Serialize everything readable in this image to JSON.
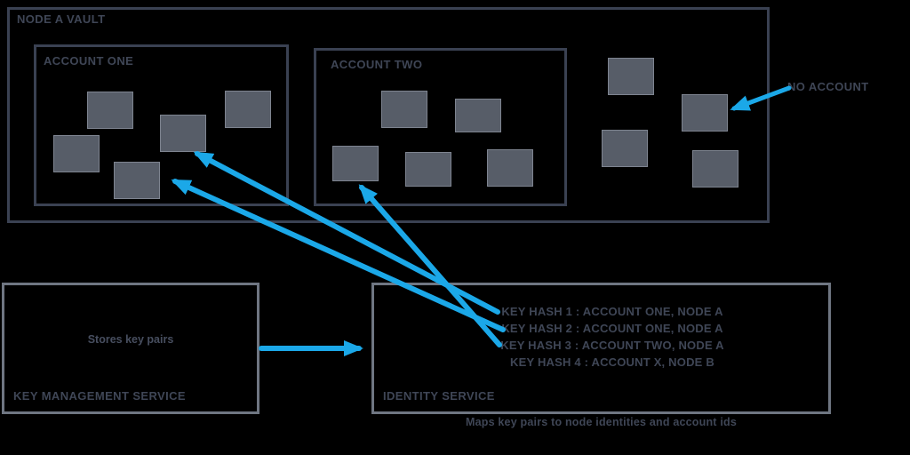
{
  "vault": {
    "title": "NODE A VAULT",
    "accounts": [
      {
        "label": "ACCOUNT ONE",
        "state_count": 5
      },
      {
        "label": "ACCOUNT TWO",
        "state_count": 5
      }
    ],
    "unassigned_state_count": 4,
    "no_account_label": "NO ACCOUNT"
  },
  "kms": {
    "title": "KEY MANAGEMENT SERVICE",
    "note": "Stores key pairs"
  },
  "identity": {
    "title": "IDENTITY SERVICE",
    "entries": [
      "KEY HASH 1 : ACCOUNT ONE, NODE A",
      "KEY HASH 2 : ACCOUNT ONE, NODE A",
      "KEY HASH 3 : ACCOUNT TWO, NODE A",
      "KEY HASH 4 : ACCOUNT X, NODE B"
    ]
  },
  "caption": "Maps key pairs to node identities and account ids",
  "colors": {
    "arrow": "#1BA8E8",
    "state_box_fill": "#575D68",
    "outline_dark": "#3A4152",
    "outline_gray": "#6F7682",
    "label_text": "#3F4656",
    "background": "#000000"
  }
}
